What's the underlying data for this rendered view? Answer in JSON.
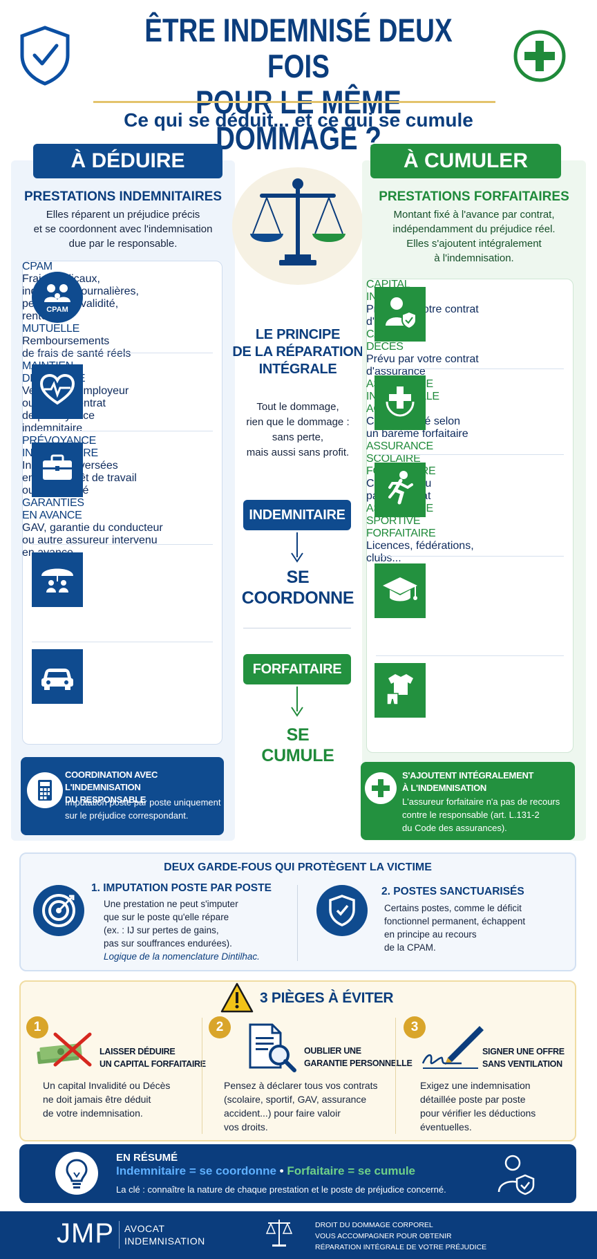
{
  "header": {
    "title_line1": "ÊTRE INDEMNISÉ DEUX FOIS",
    "title_line2": "POUR LE MÊME DOMMAGE ?",
    "subtitle": "Ce qui se déduit... et ce qui se cumule"
  },
  "left": {
    "heading": "À DÉDUIRE",
    "section_title": "PRESTATIONS INDEMNITAIRES",
    "section_desc": [
      "Elles réparent un préjudice précis",
      "et se coordonnent avec l'indemnisation",
      "due par le responsable."
    ],
    "items": [
      {
        "name": [
          "CPAM"
        ],
        "desc": [
          "Frais médicaux,",
          "indemnités journalières,",
          "pension d'invalidité,",
          "rente AT..."
        ],
        "icon": "family-icon",
        "badge": "CPAM"
      },
      {
        "name": [
          "MUTUELLE"
        ],
        "desc": [
          "Remboursements",
          "de frais de santé réels"
        ],
        "icon": "heart-pulse-icon"
      },
      {
        "name": [
          "MAINTIEN",
          "DE SALAIRE"
        ],
        "desc": [
          "Versé par l'employeur",
          "ou par un contrat",
          "de prévoyance",
          "indemnitaire"
        ],
        "icon": "briefcase-icon"
      },
      {
        "name": [
          "PRÉVOYANCE",
          "INDEMNITAIRE"
        ],
        "desc": [
          "Indemnités versées",
          "en cas d'arrêt de travail",
          "ou d'invalidité"
        ],
        "icon": "umbrella-family-icon"
      },
      {
        "name": [
          "GARANTIES",
          "EN AVANCE"
        ],
        "desc": [
          "GAV, garantie du conducteur",
          "ou autre assureur intervenu",
          "en avance"
        ],
        "icon": "car-icon"
      }
    ],
    "footer_title": [
      "COORDINATION AVEC L'INDEMNISATION",
      "DU RESPONSABLE"
    ],
    "footer_desc": [
      "Imputation poste par poste uniquement",
      "sur le préjudice correspondant."
    ]
  },
  "center": {
    "principle_title": [
      "LE PRINCIPE",
      "DE LA RÉPARATION",
      "INTÉGRALE"
    ],
    "principle_desc": [
      "Tout le dommage,",
      "rien que le dommage :",
      "sans perte,",
      "mais aussi sans profit."
    ],
    "indemnitaire_label": "INDEMNITAIRE",
    "indemnitaire_result": [
      "SE",
      "COORDONNE"
    ],
    "forfaitaire_label": "FORFAITAIRE",
    "forfaitaire_result": [
      "SE",
      "CUMULE"
    ]
  },
  "right": {
    "heading": "À CUMULER",
    "section_title": "PRESTATIONS FORFAITAIRES",
    "section_desc": [
      "Montant fixé à l'avance par contrat,",
      "indépendamment du préjudice réel.",
      "Elles s'ajoutent intégralement",
      "à l'indemnisation."
    ],
    "items": [
      {
        "name": [
          "CAPITAL",
          "INVALIDITÉ"
        ],
        "desc": [
          "Prévu par votre contrat",
          "d'assurance"
        ],
        "icon": "person-shield-icon"
      },
      {
        "name": [
          "CAPITAL",
          "DÉCÈS"
        ],
        "desc": [
          "Prévu par votre contrat",
          "d'assurance"
        ],
        "icon": "cross-wreath-icon"
      },
      {
        "name": [
          "ASSURANCE",
          "INDIVIDUELLE",
          "ACCIDENT"
        ],
        "desc": [
          "Capital versé selon",
          "un barème forfaitaire"
        ],
        "icon": "running-person-icon"
      },
      {
        "name": [
          "ASSURANCE",
          "SCOLAIRE",
          "FORFAITAIRE"
        ],
        "desc": [
          "Capital prévu",
          "par le contrat"
        ],
        "icon": "graduation-cap-icon"
      },
      {
        "name": [
          "ASSURANCE",
          "SPORTIVE",
          "FORFAITAIRE"
        ],
        "desc": [
          "Licences, fédérations,",
          "clubs..."
        ],
        "icon": "sport-shirt-icon"
      }
    ],
    "footer_title": [
      "S'AJOUTENT INTÉGRALEMENT",
      "À L'INDEMNISATION"
    ],
    "footer_desc": [
      "L'assureur forfaitaire n'a pas de recours",
      "contre le responsable (art. L.131-2",
      "du Code des assurances)."
    ]
  },
  "safeguards": {
    "title": "DEUX GARDE-FOUS QUI PROTÈGENT LA VICTIME",
    "g1_title": "1. IMPUTATION POSTE PAR POSTE",
    "g1_desc": [
      "Une prestation ne peut s'imputer",
      "que sur le poste qu'elle répare",
      "(ex. : IJ sur pertes de gains,",
      "pas sur souffrances endurées)."
    ],
    "g1_note": "Logique de la nomenclature Dintilhac.",
    "g2_title": "2. POSTES SANCTUARISÉS",
    "g2_desc": [
      "Certains postes, comme le déficit",
      "fonctionnel permanent, échappent",
      "en principe au recours",
      "de la CPAM."
    ]
  },
  "pitfalls": {
    "title": "3 PIÈGES À ÉVITER",
    "items": [
      {
        "num": "1",
        "title": [
          "LAISSER DÉDUIRE",
          "UN CAPITAL FORFAITAIRE"
        ],
        "desc": [
          "Un capital Invalidité ou Décès",
          "ne doit jamais être déduit",
          "de votre indemnisation."
        ]
      },
      {
        "num": "2",
        "title": [
          "OUBLIER UNE",
          "GARANTIE PERSONNELLE"
        ],
        "desc": [
          "Pensez à déclarer tous vos contrats",
          "(scolaire, sportif, GAV, assurance",
          "accident...) pour faire valoir",
          "vos droits."
        ]
      },
      {
        "num": "3",
        "title": [
          "SIGNER UNE OFFRE",
          "SANS VENTILATION"
        ],
        "desc": [
          "Exigez une indemnisation",
          "détaillée poste par poste",
          "pour vérifier les déductions",
          "éventuelles."
        ]
      }
    ]
  },
  "summary": {
    "title": "EN RÉSUMÉ",
    "w1": "Indemnitaire",
    "eq1": " = se coordonne",
    "bullet": " • ",
    "w2": "Forfaitaire",
    "eq2": " = se cumule",
    "desc": "La clé : connaître la nature de chaque prestation et le poste de préjudice concerné."
  },
  "footer": {
    "logo": "JMP",
    "brand1": "AVOCAT",
    "brand2": "INDEMNISATION",
    "t1": "DROIT DU DOMMAGE CORPOREL",
    "t2": "VOUS ACCOMPAGNER POUR OBTENIR",
    "t3": "RÉPARATION INTÉGRALE DE VOTRE PRÉJUDICE"
  },
  "colors": {
    "navy": "#0b3d7d",
    "green": "#23913f",
    "gold": "#d9a52a"
  }
}
